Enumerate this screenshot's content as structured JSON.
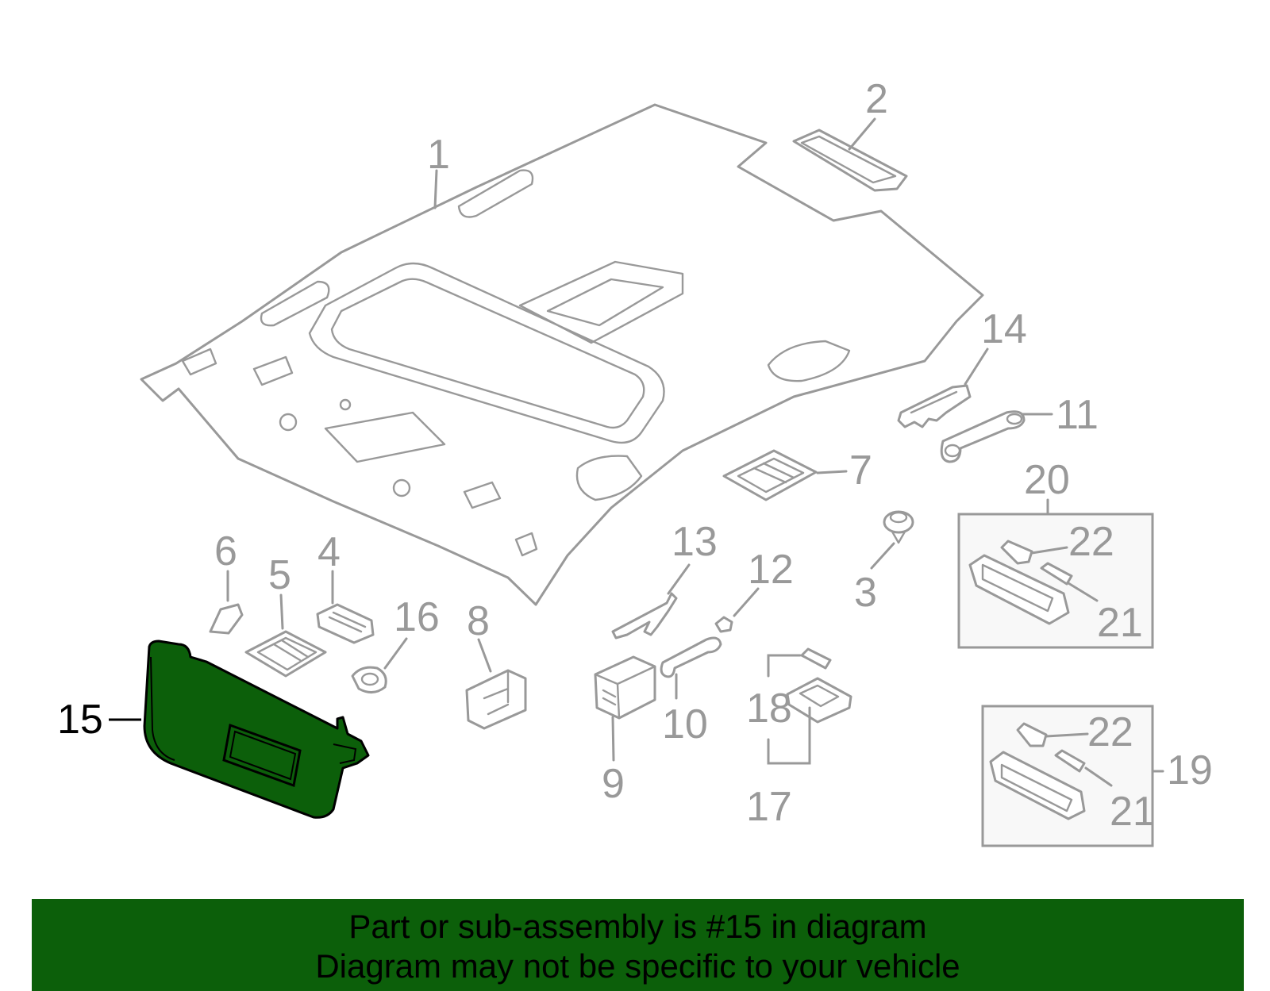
{
  "diagram": {
    "highlight_color": "#0c5f0a",
    "line_color": "#999999",
    "highlighted_part": "15",
    "callouts": {
      "c1": "1",
      "c2": "2",
      "c3": "3",
      "c4": "4",
      "c5": "5",
      "c6": "6",
      "c7": "7",
      "c8": "8",
      "c9": "9",
      "c10": "10",
      "c11": "11",
      "c12": "12",
      "c13": "13",
      "c14": "14",
      "c15": "15",
      "c16": "16",
      "c17": "17",
      "c18": "18",
      "c19": "19",
      "c20": "20",
      "c21a": "21",
      "c21b": "21",
      "c22a": "22",
      "c22b": "22"
    }
  },
  "banner": {
    "line1": "Part or sub-assembly is #15 in diagram",
    "line2": "Diagram may not be specific to your vehicle"
  }
}
